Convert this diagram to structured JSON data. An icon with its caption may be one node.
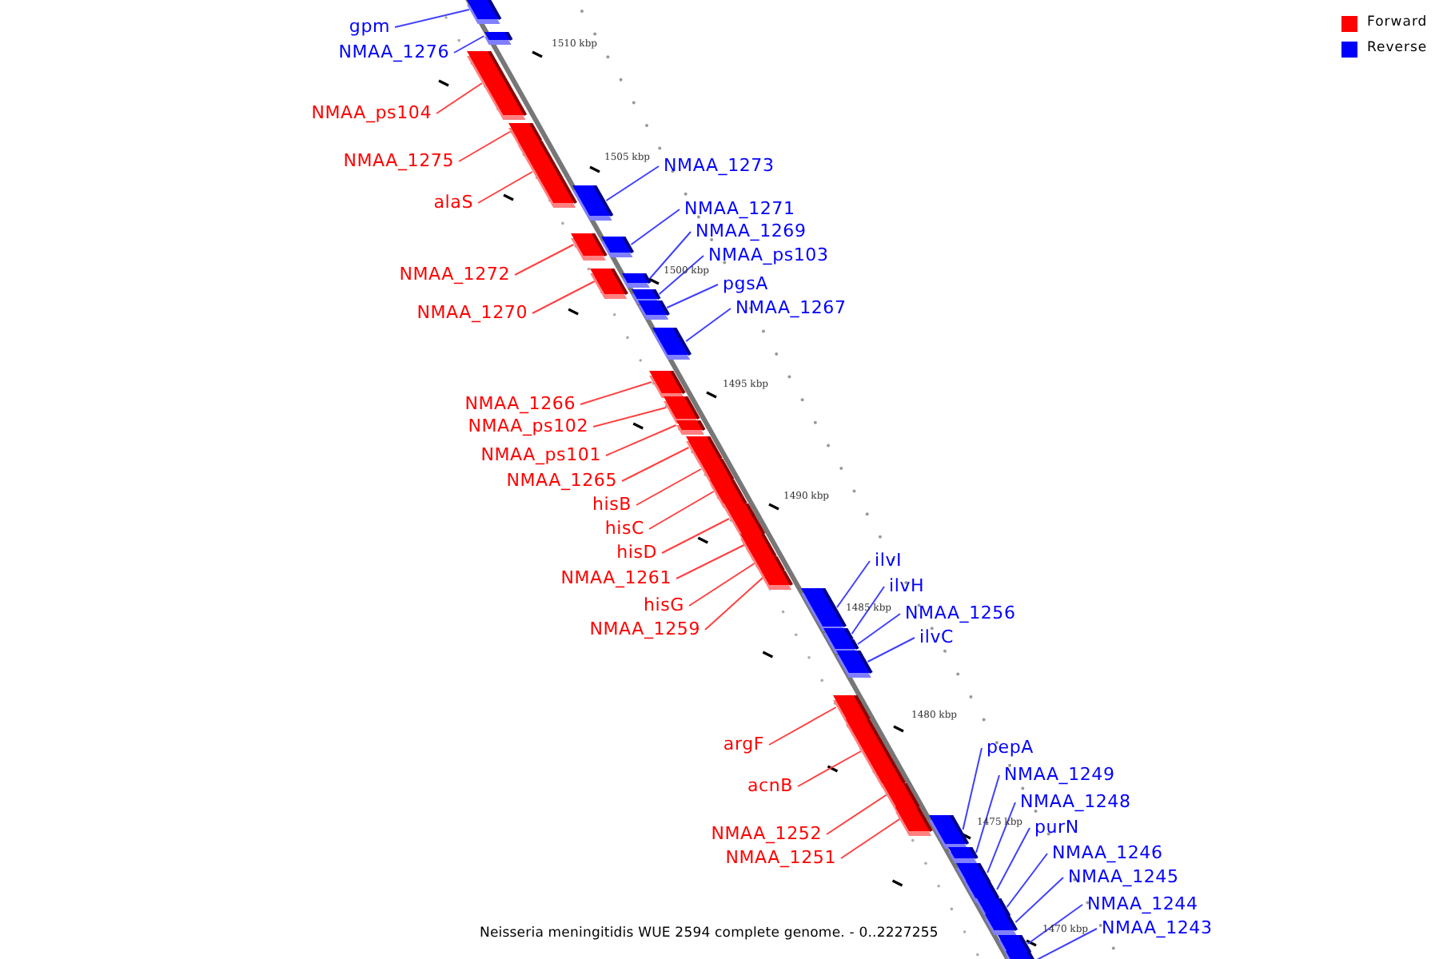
{
  "diagram": {
    "caption": "Neisseria meningitidis WUE 2594 complete genome. - 0..2227255",
    "nodes": [
      {
        "text": [
          "gpm"
        ]
      },
      {
        "text": [],
        "shape": "bar"
      },
      {
        "text": [
          "NMAA_1276"
        ]
      },
      {
        "text": [],
        "shape": "bar"
      },
      {
        "text": [
          "NMAA_ps104"
        ]
      },
      {
        "text": [],
        "shape": "bar"
      },
      {
        "text": [
          "NMAA_1275"
        ]
      },
      {
        "text": [],
        "shape": "bar"
      },
      {
        "text": [
          "NMAA_1273"
        ]
      },
      {
        "text": [],
        "shape": "bar"
      },
      {
        "text": [
          "alaS"
        ]
      },
      {
        "text": [],
        "shape": "bar"
      },
      {
        "text": [
          "NMAA_1271"
        ]
      },
      {
        "text": [],
        "shape": "bar"
      },
      {
        "text": [
          "NMAA_1269"
        ]
      },
      {
        "text": [],
        "shape": "bar"
      },
      {
        "text": [
          "NMAA_ps103"
        ]
      },
      {
        "text": [],
        "shape": "bar"
      },
      {
        "text": [
          "NMAA_1272"
        ]
      },
      {
        "text": [],
        "shape": "bar"
      },
      {
        "text": [
          "pgsA"
        ]
      },
      {
        "text": [],
        "shape": "bar"
      },
      {
        "text": [
          "NMAA_1267"
        ]
      },
      {
        "text": [],
        "shape": "bar"
      },
      {
        "text": [
          "NMAA_1270"
        ]
      },
      {
        "text": [],
        "shape": "bar"
      },
      {
        "text": [
          "NMAA_1266"
        ]
      },
      {
        "text": [],
        "shape": "bar"
      },
      {
        "text": [
          "NMAA_ps102"
        ]
      },
      {
        "text": [],
        "shape": "bar"
      },
      {
        "text": [
          "NMAA_ps101"
        ]
      },
      {
        "text": [],
        "shape": "bar"
      },
      {
        "text": [
          "NMAA_1265"
        ]
      },
      {
        "text": [],
        "shape": "bar"
      },
      {
        "text": [
          "hisB"
        ]
      },
      {
        "text": [],
        "shape": "bar"
      },
      {
        "text": [
          "hisC"
        ]
      },
      {
        "text": [],
        "shape": "bar"
      },
      {
        "text": [
          "hisD"
        ]
      },
      {
        "text": [],
        "shape": "bar"
      },
      {
        "text": [
          "ilvI"
        ]
      },
      {
        "text": [],
        "shape": "bar"
      },
      {
        "text": [
          "NMAA_1261"
        ]
      },
      {
        "text": [],
        "shape": "bar"
      },
      {
        "text": [
          "ilvH"
        ]
      },
      {
        "text": [],
        "shape": "bar"
      },
      {
        "text": [
          "hisG"
        ]
      },
      {
        "text": [],
        "shape": "bar"
      },
      {
        "text": [
          "NMAA_1256"
        ]
      },
      {
        "text": [],
        "shape": "bar"
      },
      {
        "text": [
          "NMAA_1259"
        ]
      },
      {
        "text": [],
        "shape": "bar"
      },
      {
        "text": [
          "ilvC"
        ]
      },
      {
        "text": [],
        "shape": "bar"
      },
      {
        "text": [
          "argF"
        ]
      },
      {
        "text": [],
        "shape": "bar"
      },
      {
        "text": [
          "pepA"
        ]
      },
      {
        "text": [],
        "shape": "bar"
      },
      {
        "text": [
          "NMAA_1249"
        ]
      },
      {
        "text": [],
        "shape": "bar"
      },
      {
        "text": [
          "acnB"
        ]
      },
      {
        "text": [],
        "shape": "bar"
      },
      {
        "text": [
          "NMAA_1248"
        ]
      },
      {
        "text": [],
        "shape": "bar"
      },
      {
        "text": [
          "purN"
        ]
      },
      {
        "text": [],
        "shape": "bar"
      },
      {
        "text": [
          "NMAA_1252"
        ]
      },
      {
        "text": [],
        "shape": "bar"
      },
      {
        "text": [
          "NMAA_1246"
        ]
      },
      {
        "text": [],
        "shape": "bar"
      },
      {
        "text": [
          "NMAA_1251"
        ]
      },
      {
        "text": [],
        "shape": "bar"
      },
      {
        "text": [
          "NMAA_1245"
        ]
      },
      {
        "text": [],
        "shape": "bar"
      },
      {
        "text": [
          "NMAA_1244"
        ]
      },
      {
        "text": [],
        "shape": "bar"
      },
      {
        "text": [
          "NMAA_1243"
        ]
      },
      {
        "text": [],
        "shape": "bar"
      }
    ],
    "edges": [
      {
        "from": 0,
        "to": 1,
        "arrow": "none"
      },
      {
        "from": 2,
        "to": 3,
        "arrow": "none"
      },
      {
        "from": 4,
        "to": 5,
        "arrow": "none",
        "color": "#ff4040"
      },
      {
        "from": 6,
        "to": 7,
        "arrow": "none",
        "color": "#ff4040"
      },
      {
        "from": 8,
        "to": 9,
        "arrow": "none"
      },
      {
        "from": 10,
        "to": 11,
        "arrow": "none",
        "color": "#ff4040"
      },
      {
        "from": 12,
        "to": 13,
        "arrow": "none"
      },
      {
        "from": 14,
        "to": 15,
        "arrow": "none"
      },
      {
        "from": 16,
        "to": 17,
        "arrow": "none"
      },
      {
        "from": 18,
        "to": 19,
        "arrow": "none",
        "color": "#ff4040"
      },
      {
        "from": 20,
        "to": 21,
        "arrow": "none"
      },
      {
        "from": 22,
        "to": 23,
        "arrow": "none"
      },
      {
        "from": 24,
        "to": 25,
        "arrow": "none",
        "color": "#ff4040"
      },
      {
        "from": 26,
        "to": 27,
        "arrow": "none",
        "color": "#ff4040"
      },
      {
        "from": 28,
        "to": 29,
        "arrow": "none",
        "color": "#ff4040"
      },
      {
        "from": 30,
        "to": 31,
        "arrow": "none",
        "color": "#ff4040"
      },
      {
        "from": 32,
        "to": 33,
        "arrow": "none",
        "color": "#ff4040"
      },
      {
        "from": 34,
        "to": 35,
        "arrow": "none",
        "color": "#ff4040"
      },
      {
        "from": 36,
        "to": 37,
        "arrow": "none",
        "color": "#ff4040"
      },
      {
        "from": 38,
        "to": 39,
        "arrow": "none",
        "color": "#ff4040"
      },
      {
        "from": 40,
        "to": 41,
        "arrow": "none"
      },
      {
        "from": 42,
        "to": 43,
        "arrow": "none",
        "color": "#ff4040"
      },
      {
        "from": 44,
        "to": 45,
        "arrow": "none"
      },
      {
        "from": 46,
        "to": 47,
        "arrow": "none",
        "color": "#ff4040"
      },
      {
        "from": 48,
        "to": 49,
        "arrow": "none"
      },
      {
        "from": 50,
        "to": 51,
        "arrow": "none",
        "color": "#ff4040"
      },
      {
        "from": 52,
        "to": 53,
        "arrow": "none"
      },
      {
        "from": 54,
        "to": 55,
        "arrow": "none",
        "color": "#ff4040"
      },
      {
        "from": 56,
        "to": 57,
        "arrow": "none"
      },
      {
        "from": 58,
        "to": 59,
        "arrow": "none"
      },
      {
        "from": 60,
        "to": 61,
        "arrow": "none",
        "color": "#ff4040"
      },
      {
        "from": 62,
        "to": 63,
        "arrow": "none"
      },
      {
        "from": 64,
        "to": 65,
        "arrow": "none"
      },
      {
        "from": 66,
        "to": 67,
        "arrow": "none",
        "color": "#ff4040"
      },
      {
        "from": 68,
        "to": 69,
        "arrow": "none"
      },
      {
        "from": 70,
        "to": 71,
        "arrow": "none",
        "color": "#ff4040"
      },
      {
        "from": 72,
        "to": 73,
        "arrow": "none"
      },
      {
        "from": 74,
        "to": 75,
        "arrow": "none"
      },
      {
        "from": 76,
        "to": 77,
        "arrow": "none"
      }
    ],
    "labels": [
      "1510 kbp",
      "1505 kbp",
      "1500 kbp",
      "1495 kbp",
      "1490 kbp",
      "1485 kbp",
      "1480 kbp",
      "1475 kbp",
      "1470 kbp"
    ],
    "legend": [
      {
        "text": "Forward",
        "color": "#ff0000"
      },
      {
        "text": "Reverse",
        "color": "#0000ff"
      }
    ]
  }
}
